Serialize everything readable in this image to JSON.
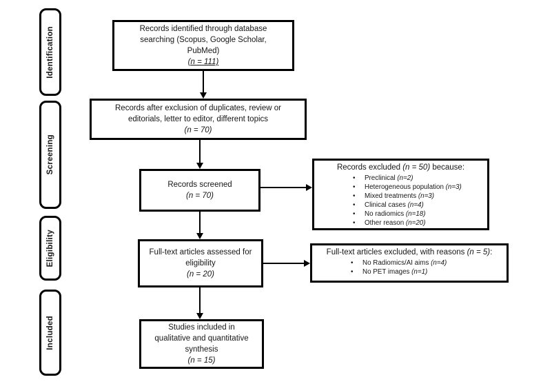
{
  "glyphs": {
    "bullet": "•"
  },
  "colors": {
    "ink": "#000000",
    "background": "#ffffff"
  },
  "sidebar": {
    "stages": [
      {
        "label": "Identification"
      },
      {
        "label": "Screening"
      },
      {
        "label": "Eligibility"
      },
      {
        "label": "Included"
      }
    ]
  },
  "flow": {
    "boxes": [
      {
        "name": "records-identified",
        "lines": [
          "Records identified through database",
          "searching (Scopus, Google Scholar,",
          "PubMed)"
        ],
        "n": "(n = 111)"
      },
      {
        "name": "records-after-exclusion",
        "lines": [
          "Records after exclusion of duplicates, review or",
          "editorials, letter to editor, different topics"
        ],
        "n": "(n = 70)"
      },
      {
        "name": "records-screened",
        "lines": [
          "Records screened"
        ],
        "n": "(n = 70)"
      },
      {
        "name": "fulltext-assessed",
        "lines": [
          "Full-text articles assessed for",
          "eligibility"
        ],
        "n": "(n = 20)"
      },
      {
        "name": "studies-included",
        "lines": [
          "Studies included in",
          "qualitative and quantitative",
          "synthesis"
        ],
        "n": "(n = 15)"
      }
    ]
  },
  "exclusions": [
    {
      "title_prefix": "Records excluded ",
      "title_n": "(n = 50)",
      "title_suffix": " because:",
      "items": [
        {
          "text": "Preclinical ",
          "n": "(n=2)"
        },
        {
          "text": "Heterogeneous population ",
          "n": "(n=3)"
        },
        {
          "text": "Mixed treatments ",
          "n": "(n=3)"
        },
        {
          "text": "Clinical cases ",
          "n": "(n=4)"
        },
        {
          "text": "No radiomics ",
          "n": "(n=18)"
        },
        {
          "text": "Other reason ",
          "n": "(n=20)"
        }
      ]
    },
    {
      "title_prefix": "Full-text articles excluded, with reasons ",
      "title_n": "(n = 5)",
      "title_suffix": ":",
      "items": [
        {
          "text": "No Radiomics/AI aims ",
          "n": "(n=4)"
        },
        {
          "text": "No PET images ",
          "n": "(n=1)"
        }
      ]
    }
  ]
}
